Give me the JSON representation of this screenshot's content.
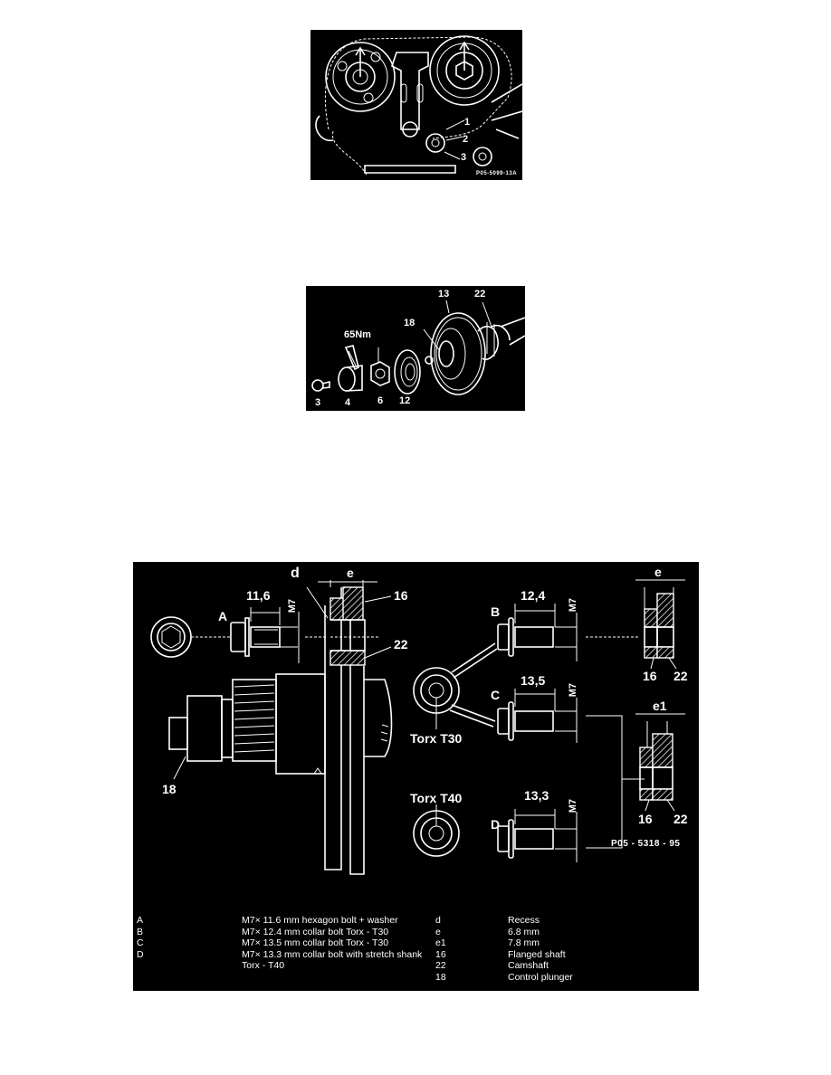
{
  "figure1": {
    "callouts": [
      "1",
      "2",
      "3"
    ],
    "code": "P05-5099-13A"
  },
  "figure2": {
    "torque": "65Nm",
    "parts": [
      "3",
      "4",
      "6",
      "12",
      "18",
      "13",
      "22"
    ]
  },
  "figure3": {
    "labels": {
      "A": "A",
      "B": "B",
      "C": "C",
      "D": "D",
      "d": "d",
      "e_top": "e",
      "e_right": "e",
      "e1": "e1",
      "n16_top": "16",
      "n22_top": "22",
      "n16_b": "16",
      "n22_b": "22",
      "n16_d": "16",
      "n22_d": "22",
      "n18": "18",
      "torx_t30": "Torx T30",
      "torx_t40": "Torx T40"
    },
    "dimensions": {
      "A": "11,6",
      "B": "12,4",
      "C": "13,5",
      "D": "13,3",
      "thread_A": "M7",
      "thread_B": "M7",
      "thread_C": "M7",
      "thread_D": "M7"
    },
    "code": "P05 - 5318 - 95",
    "legend_left": [
      {
        "key": "A",
        "text": "M7× 11.6 mm hexagon bolt + washer"
      },
      {
        "key": "B",
        "text": "M7× 12.4 mm collar bolt Torx - T30"
      },
      {
        "key": "C",
        "text": "M7× 13.5 mm collar bolt Torx - T30"
      },
      {
        "key": "D",
        "text": "M7× 13.3 mm collar bolt with stretch shank"
      },
      {
        "key": "",
        "text": "Torx - T40"
      }
    ],
    "legend_right": [
      {
        "key": "d",
        "text": "Recess"
      },
      {
        "key": "e",
        "text": "6.8 mm"
      },
      {
        "key": "e1",
        "text": "7.8 mm"
      },
      {
        "key": "16",
        "text": "Flanged shaft"
      },
      {
        "key": "22",
        "text": "Camshaft"
      },
      {
        "key": "18",
        "text": "Control plunger"
      }
    ]
  }
}
